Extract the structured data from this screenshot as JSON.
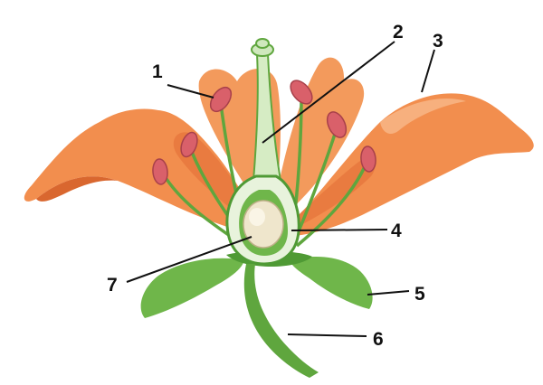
{
  "diagram": {
    "labels": [
      {
        "id": "1",
        "text": "1"
      },
      {
        "id": "2",
        "text": "2"
      },
      {
        "id": "3",
        "text": "3"
      },
      {
        "id": "4",
        "text": "4"
      },
      {
        "id": "5",
        "text": "5"
      },
      {
        "id": "6",
        "text": "6"
      },
      {
        "id": "7",
        "text": "7"
      }
    ]
  },
  "colors": {
    "petal": "#f28e4e",
    "petal_shadow": "#e0703a",
    "petal_light": "#f7b07e",
    "leaf": "#6fb64a",
    "leaf_dark": "#4f9a35",
    "filament": "#5fa63e",
    "anther": "#d9606a",
    "ovary_outline": "#4f9a35",
    "ovule": "#efe6cc",
    "leader_line": "#111111"
  }
}
